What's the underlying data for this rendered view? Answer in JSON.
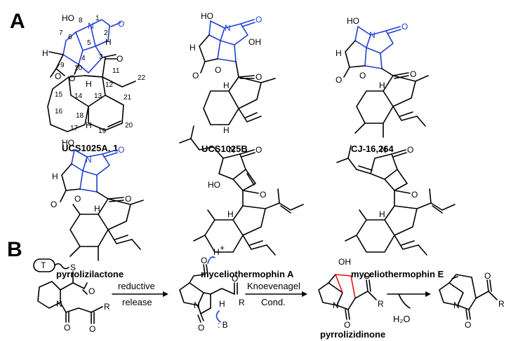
{
  "panels": {
    "a": "A",
    "b": "B"
  },
  "compounds": {
    "c1": "UCS1025A, 1",
    "c2": "UCS1025B",
    "c3": "CJ-16,264",
    "c4": "pyrrolizilactone",
    "c5": "myceliothermophin A",
    "c6": "myceliothermophin E"
  },
  "atom_numbers": [
    "1",
    "2",
    "3",
    "4",
    "5",
    "6",
    "7",
    "8",
    "9",
    "10",
    "11",
    "12",
    "13",
    "14",
    "15",
    "16",
    "17",
    "18",
    "19",
    "20",
    "21",
    "22"
  ],
  "atoms": {
    "N": "N",
    "O": "O",
    "HO": "HO",
    "H": "H",
    "OH": "OH",
    "R": "R",
    "S": "S",
    "T": "T",
    "B": ": B",
    "Hplus": "H",
    "plus": "+",
    "H2O": "H2O"
  },
  "scheme": {
    "step1_top": "reductive",
    "step1_bottom": "release",
    "step2_top": "Knoevenagel",
    "step2_bottom": "Cond.",
    "intermediate": "pyrrolizidinone",
    "byproduct": "H₂O"
  },
  "colors": {
    "highlight_blue": "#1f3fd1",
    "highlight_red": "#e01414",
    "text": "#000000"
  }
}
